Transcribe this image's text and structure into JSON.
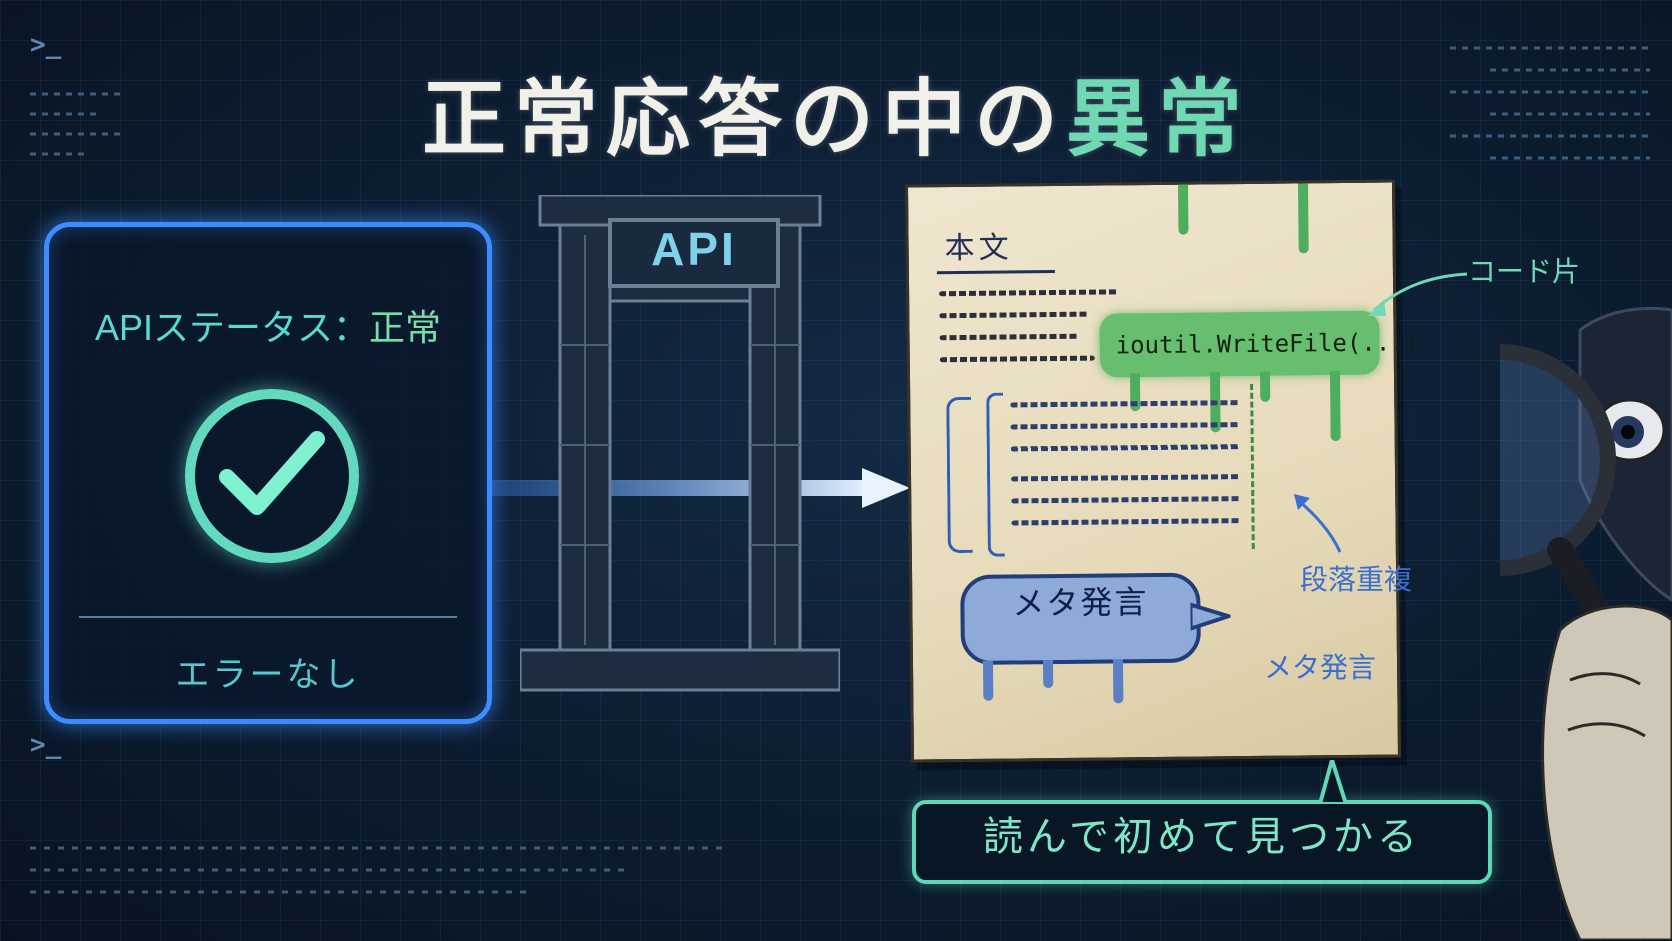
{
  "title": {
    "main": "正常応答の中の",
    "accent": "異常"
  },
  "prompt_symbol": ">_",
  "status_card": {
    "status_label": "APIステータス：",
    "status_value": "正常",
    "footer": "エラーなし"
  },
  "gate": {
    "label": "API"
  },
  "document": {
    "heading": "本文",
    "code_snippet": "ioutil.WriteFile(...)",
    "meta_bubble": "メタ発言"
  },
  "annotations": {
    "code_fragment": "コード片",
    "duplicate_paragraph": "段落重複",
    "meta_statement": "メタ発言"
  },
  "banner": "読んで初めて見つかる",
  "colors": {
    "accent_green": "#6fd9b4",
    "card_border": "#3d8cff",
    "code_green": "#50b95f",
    "annotation_blue": "#2f5fb5",
    "banner_border": "#5fd6b6"
  }
}
